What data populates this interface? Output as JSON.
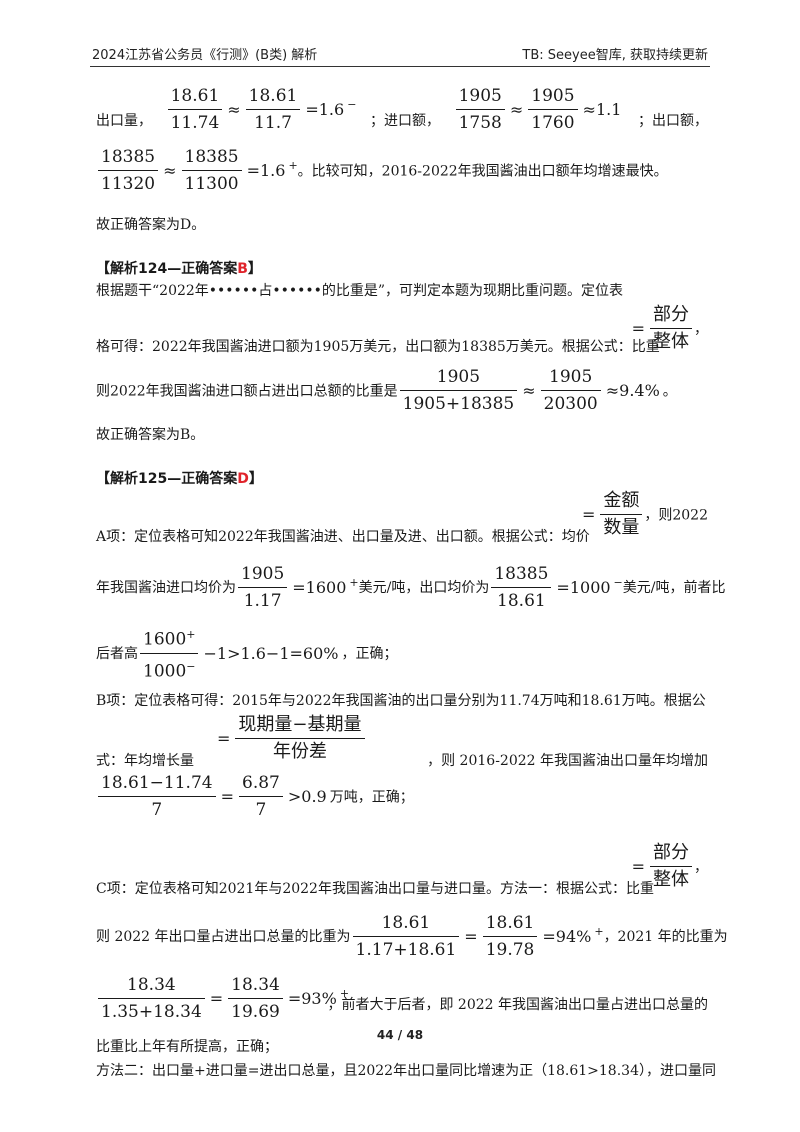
{
  "header": {
    "left": "2024江苏省公务员《行测》(B类) 解析",
    "right": "TB: Seeyee智库, 获取持续更新"
  },
  "p1": {
    "l1_a": "出口量，",
    "f1": {
      "n": "18.61",
      "d": "11.74"
    },
    "approx": "≈",
    "f2": {
      "n": "18.61",
      "d": "11.7"
    },
    "eq1": "=1.6",
    "sup_minus": "−",
    "l1_b": "；进口额，",
    "f3": {
      "n": "1905",
      "d": "1758"
    },
    "f4": {
      "n": "1905",
      "d": "1760"
    },
    "r1": "≈1.1",
    "l1_c": "；出口额，",
    "f5": {
      "n": "18385",
      "d": "11320"
    },
    "f6": {
      "n": "18385",
      "d": "11300"
    },
    "eq2": "=1.6",
    "sup_plus": "+",
    "l2": "。比较可知，2016-2022年我国酱油出口额年均增速最快。",
    "l3": "故正确答案为D。"
  },
  "s124": {
    "head_a": "【解析124—正确答案",
    "head_letter": "B",
    "head_b": "】",
    "l1": "根据题干“2022年••••••占••••••的比重是”，可判定本题为现期比重问题。定位表",
    "l2": "格可得：2022年我国酱油进口额为1905万美元，出口额为18385万美元。根据公式：比重",
    "formula": {
      "eq": "=",
      "n": "部分",
      "d": "整体",
      "comma": "，"
    },
    "l3": "则2022年我国酱油进口额占进出口总额的比重是",
    "f1": {
      "n": "1905",
      "d": "1905+18385"
    },
    "f2": {
      "n": "1905",
      "d": "20300"
    },
    "r": "≈9.4%",
    "end": "。",
    "l4": "故正确答案为B。"
  },
  "s125": {
    "head_a": "【解析125—正确答案",
    "head_letter": "D",
    "head_b": "】",
    "a_l1": "A项：定位表格可知2022年我国酱油进、出口量及进、出口额。根据公式：均价",
    "a_formula": {
      "eq": "=",
      "n": "金额",
      "d": "数量"
    },
    "a_l1_end": "，则2022",
    "a_l2_a": "年我国酱油进口均价为",
    "a_f1": {
      "n": "1905",
      "d": "1.17"
    },
    "a_r1": "=1600",
    "a_l2_b": "美元/吨，出口均价为",
    "a_f2": {
      "n": "18385",
      "d": "18.61"
    },
    "a_r2": "=1000",
    "a_l2_c": "美元/吨，前者比",
    "a_l3_a": "后者高",
    "a_f3": {
      "n": "1600",
      "d": "1000"
    },
    "a_r3": "−1>1.6−1=60%",
    "a_l3_b": "，正确；",
    "b_l1": "B项：定位表格可得：2015年与2022年我国酱油的出口量分别为11.74万吨和18.61万吨。根据公",
    "b_l2_a": "式：年均增长量",
    "b_formula": {
      "eq": "=",
      "n": "现期量−基期量",
      "d": "年份差"
    },
    "b_l2_b": "，则 2016-2022 年我国酱油出口量年均增加",
    "b_f1": {
      "n": "18.61−11.74",
      "d": "7"
    },
    "b_eq": "=",
    "b_f2": {
      "n": "6.87",
      "d": "7"
    },
    "b_r": ">0.9",
    "b_l3": "万吨，正确；",
    "c_l1": "C项：定位表格可知2021年与2022年我国酱油出口量与进口量。方法一：根据公式：比重",
    "c_formula": {
      "eq": "=",
      "n": "部分",
      "d": "整体",
      "comma": "，"
    },
    "c_l2_a": "则 2022 年出口量占进出口总量的比重为",
    "c_f1": {
      "n": "18.61",
      "d": "1.17+18.61"
    },
    "c_eq": "=",
    "c_f2": {
      "n": "18.61",
      "d": "19.78"
    },
    "c_r1": "=94%",
    "c_l2_b": "，2021 年的比重为",
    "c_f3": {
      "n": "18.34",
      "d": "1.35+18.34"
    },
    "c_f4": {
      "n": "18.34",
      "d": "19.69"
    },
    "c_r2": "=93%",
    "c_l3_b": "，前者大于后者，即 2022 年我国酱油出口量占进出口总量的",
    "c_l4": "比重比上年有所提高，正确；",
    "c_l5": "方法二：出口量+进口量=进出口总量，且2022年出口量同比增速为正（18.61>18.34），进口量同"
  },
  "footer": {
    "page": "44 / 48"
  }
}
